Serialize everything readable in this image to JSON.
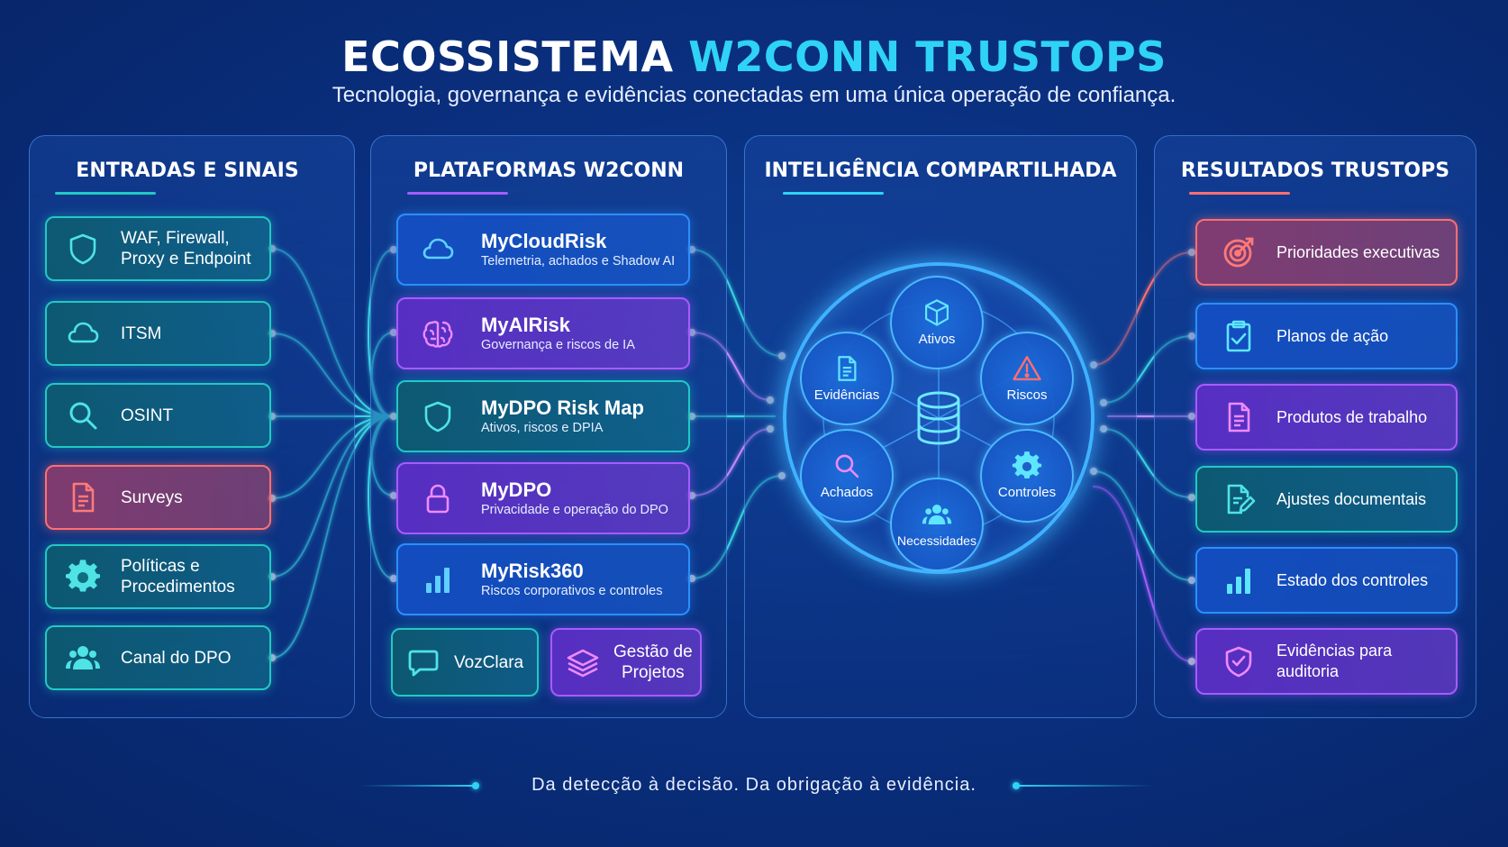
{
  "header": {
    "title_part1": "ECOSSISTEMA",
    "title_part2": "W2CONN TRUSTOPS",
    "subtitle": "Tecnologia, governança e evidências conectadas em uma única operação de confiança."
  },
  "columns": {
    "inputs": {
      "title": "ENTRADAS E SINAIS"
    },
    "platforms": {
      "title": "PLATAFORMAS W2CONN"
    },
    "intelligence": {
      "title": "INTELIGÊNCIA COMPARTILHADA"
    },
    "results": {
      "title": "RESULTADOS TRUSTOPS"
    }
  },
  "inputs": [
    {
      "label_line1": "WAF, Firewall,",
      "label_line2": "Proxy e Endpoint",
      "icon": "shield-icon"
    },
    {
      "label_line1": "ITSM",
      "label_line2": "",
      "icon": "cloud-icon"
    },
    {
      "label_line1": "OSINT",
      "label_line2": "",
      "icon": "search-icon"
    },
    {
      "label_line1": "Surveys",
      "label_line2": "",
      "icon": "document-icon"
    },
    {
      "label_line1": "Políticas e",
      "label_line2": "Procedimentos",
      "icon": "gear-icon"
    },
    {
      "label_line1": "Canal do DPO",
      "label_line2": "",
      "icon": "users-icon"
    }
  ],
  "platforms": [
    {
      "name": "MyCloudRisk",
      "description": "Telemetria, achados e Shadow AI",
      "icon": "cloud-icon"
    },
    {
      "name": "MyAIRisk",
      "description": "Governança e riscos de IA",
      "icon": "brain-icon"
    },
    {
      "name": "MyDPO Risk Map",
      "description": "Ativos, riscos e DPIA",
      "icon": "shield-icon"
    },
    {
      "name": "MyDPO",
      "description": "Privacidade e operação do DPO",
      "icon": "lock-icon"
    },
    {
      "name": "MyRisk360",
      "description": "Riscos corporativos e controles",
      "icon": "bar-chart-icon"
    }
  ],
  "small_platforms": [
    {
      "label": "VozClara",
      "icon": "chat-icon"
    },
    {
      "label_line1": "Gestão de",
      "label_line2": "Projetos",
      "icon": "layers-icon"
    }
  ],
  "hub": {
    "nodes": [
      {
        "label": "Ativos",
        "icon": "cube-icon"
      },
      {
        "label": "Riscos",
        "icon": "warning-icon"
      },
      {
        "label": "Controles",
        "icon": "gear-icon"
      },
      {
        "label": "Necessidades",
        "icon": "users-icon"
      },
      {
        "label": "Achados",
        "icon": "search-icon"
      },
      {
        "label": "Evidências",
        "icon": "document-icon"
      }
    ],
    "center_icon": "database-icon"
  },
  "results": [
    {
      "label": "Prioridades executivas",
      "icon": "target-icon"
    },
    {
      "label": "Planos de ação",
      "icon": "clipboard-check-icon"
    },
    {
      "label": "Produtos de trabalho",
      "icon": "document-icon"
    },
    {
      "label": "Ajustes documentais",
      "icon": "document-edit-icon"
    },
    {
      "label": "Estado dos controles",
      "icon": "bar-chart-icon"
    },
    {
      "label": "Evidências para auditoria",
      "icon": "shield-check-icon"
    }
  ],
  "footer": {
    "tagline": "Da detecção à decisão. Da obrigação à evidência."
  },
  "colors": {
    "teal": "#22c8c4",
    "blue": "#2b8fff",
    "purple": "#a65cff",
    "red": "#ff6f70",
    "cyan_title": "#2fd3f5",
    "glow": "#3fb2ff"
  }
}
